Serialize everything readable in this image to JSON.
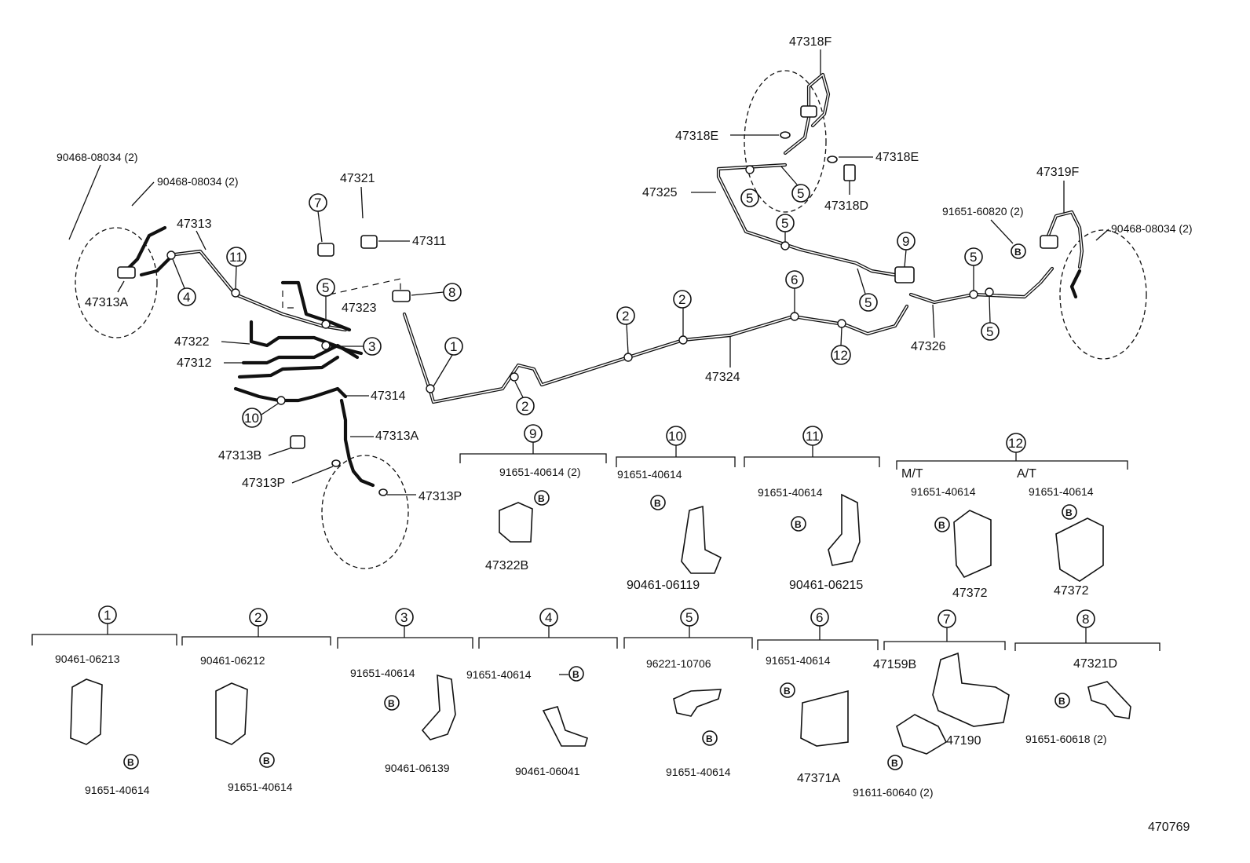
{
  "pipe_labels": {
    "p47313": "47313",
    "p47313A_l": "47313A",
    "p47321": "47321",
    "p47311": "47311",
    "p47323": "47323",
    "p47322": "47322",
    "p47312": "47312",
    "p47314": "47314",
    "p47313A_r": "47313A",
    "p47313B": "47313B",
    "p47313P_a": "47313P",
    "p47313P_b": "47313P",
    "p47324": "47324",
    "p47326": "47326",
    "p47325": "47325",
    "p47318F": "47318F",
    "p47318E_a": "47318E",
    "p47318E_b": "47318E",
    "p47318D": "47318D",
    "p47319F": "47319F",
    "bolt_l1": "90468-08034 (2)",
    "bolt_l2": "90468-08034 (2)",
    "bolt_r": "90468-08034 (2)",
    "bolt_r2": "91651-60820 (2)"
  },
  "circle_numbers": [
    "1",
    "2",
    "3",
    "4",
    "5",
    "6",
    "7",
    "8",
    "9",
    "10",
    "11",
    "12"
  ],
  "bolt_mark": "B",
  "sub_groups": {
    "g9": {
      "num": "9",
      "bolt": "91651-40614 (2)",
      "part": "47322B"
    },
    "g10": {
      "num": "10",
      "bolt": "91651-40614",
      "part": "90461-06119"
    },
    "g11": {
      "num": "11",
      "bolt": "91651-40614",
      "part": "90461-06215"
    },
    "g12": {
      "num": "12",
      "mt": "M/T",
      "at": "A/T",
      "bolt_mt": "91651-40614",
      "bolt_at": "91651-40614",
      "part_mt": "47372",
      "part_at": "47372"
    },
    "g1": {
      "num": "1",
      "part": "90461-06213",
      "bolt": "91651-40614"
    },
    "g2": {
      "num": "2",
      "part": "90461-06212",
      "bolt": "91651-40614"
    },
    "g3": {
      "num": "3",
      "bolt": "91651-40614",
      "part": "90461-06139"
    },
    "g4": {
      "num": "4",
      "bolt": "91651-40614",
      "part": "90461-06041"
    },
    "g5": {
      "num": "5",
      "part": "96221-10706",
      "bolt": "91651-40614"
    },
    "g6": {
      "num": "6",
      "bolt": "91651-40614",
      "part": "47371A"
    },
    "g7": {
      "num": "7",
      "part": "47159B",
      "part2": "47190",
      "bolt": "91611-60640 (2)"
    },
    "g8": {
      "num": "8",
      "part": "47321D",
      "bolt": "91651-60618 (2)"
    }
  },
  "figure_id": "470769"
}
